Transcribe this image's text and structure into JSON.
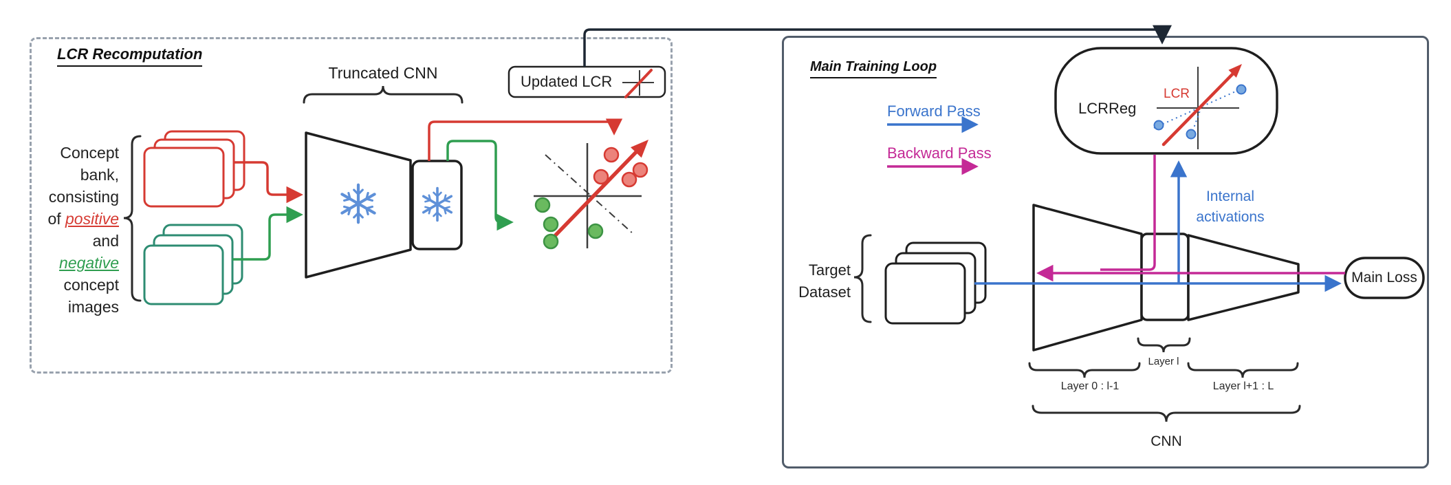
{
  "figure": {
    "lcr_panel": {
      "title": "LCR Recomputation",
      "concept_bank": {
        "line1": "Concept",
        "line2": "bank,",
        "line3": "consisting",
        "line4_prefix": "of ",
        "positive_word": "positive",
        "line5": "and",
        "negative_word": "negative",
        "line6": "concept",
        "line7": "images"
      },
      "truncated_cnn_label": "Truncated CNN",
      "updated_lcr_label": "Updated LCR",
      "scatter": {
        "positive_dot_count": 4,
        "negative_dot_count": 4
      }
    },
    "training_panel": {
      "title": "Main Training Loop",
      "legend": {
        "forward_label": "Forward Pass",
        "backward_label": "Backward Pass"
      },
      "lcrreg_label": "LCRReg",
      "lcr_axis_label": "LCR",
      "internal_activations": {
        "line1": "Internal",
        "line2": "activations"
      },
      "target_dataset": {
        "line1": "Target",
        "line2": "Dataset"
      },
      "main_loss_label": "Main Loss",
      "layer_l_label": "Layer l",
      "layer_0_label": "Layer 0 : l-1",
      "layer_l_plus_label": "Layer l+1 :  L",
      "cnn_label": "CNN"
    },
    "colors": {
      "red": "#d63a32",
      "red_dot_fill": "#ec837b",
      "teal": "#2d8c72",
      "green": "#2f9e50",
      "green_dot_fill": "#6aba5f",
      "blue": "#3a74cc",
      "blue_dot_fill": "#7aaae0",
      "magenta": "#c42996",
      "navy": "#1d2733",
      "ink": "#1e1e1e",
      "dashed_panel_border": "#98a1ad",
      "solid_panel_border": "#515c6a",
      "snowflake_blue": "#5e90d8"
    }
  }
}
